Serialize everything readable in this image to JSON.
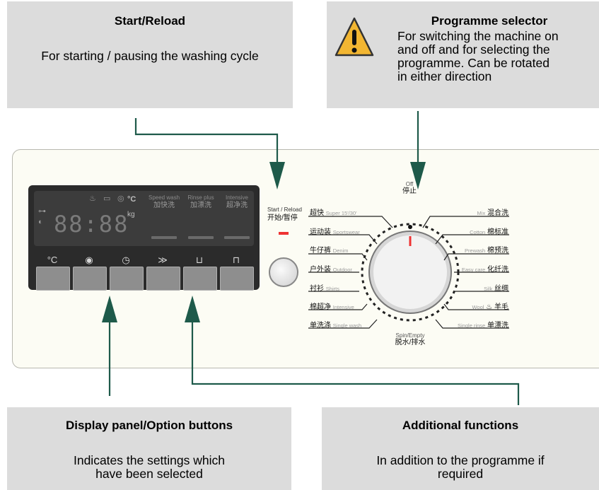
{
  "callouts": {
    "start": {
      "title": "Start/Reload",
      "text": "For starting / pausing the washing cycle"
    },
    "programme": {
      "title": "Programme selector",
      "text_lines": [
        "For switching the machine on",
        "and off and for selecting the",
        "programme. Can be rotated",
        "in either direction"
      ]
    },
    "display": {
      "title": "Display panel/Option buttons",
      "text": "Indicates the settings which have been selected"
    },
    "additional": {
      "title": "Additional functions",
      "text": "In addition to the programme if required"
    }
  },
  "display_panel": {
    "unit": "°C",
    "digits": "88:88",
    "kg": "kg",
    "options": [
      {
        "en": "Speed wash",
        "cn": "加快洗"
      },
      {
        "en": "Rinse plus",
        "cn": "加漂洗"
      },
      {
        "en": "Intensive",
        "cn": "超净洗"
      }
    ],
    "button_labels": [
      "°C",
      "spin-icon",
      "time-icon",
      "stain-icon",
      "prewash-icon",
      "shirt-icon"
    ]
  },
  "start_button": {
    "en": "Start / Reload",
    "cn": "开始/暂停"
  },
  "dial": {
    "off": {
      "en": "Off",
      "cn": "停止"
    },
    "spin": {
      "en": "Spin/Empty",
      "cn": "脱水/排水"
    }
  },
  "programmes_left": [
    {
      "cn": "超快",
      "en": "Super 15'/30'"
    },
    {
      "cn": "运动装",
      "en": "Sportswear"
    },
    {
      "cn": "牛仔裤",
      "en": "Denim"
    },
    {
      "cn": "户外装",
      "en": "Outdoor"
    },
    {
      "cn": "衬衫",
      "en": "Shirts"
    },
    {
      "cn": "棉超净",
      "en": "Intensive"
    },
    {
      "cn": "单洗涤",
      "en": "Single wash"
    }
  ],
  "programmes_right": [
    {
      "en": "Mix",
      "cn": "混合洗"
    },
    {
      "en": "Cotton",
      "cn": "棉标准"
    },
    {
      "en": "Prewash",
      "cn": "棉预洗"
    },
    {
      "en": "Easy care",
      "cn": "化纤洗"
    },
    {
      "en": "Silk",
      "cn": "丝绸"
    },
    {
      "en": "Wool",
      "cn": "羊毛"
    },
    {
      "en": "Single rinse",
      "cn": "单漂洗"
    }
  ],
  "colors": {
    "arrow": "#1e5a4a",
    "callout_bg": "#dcdcdc",
    "warning": "#f2b632",
    "led": "#e33333"
  }
}
